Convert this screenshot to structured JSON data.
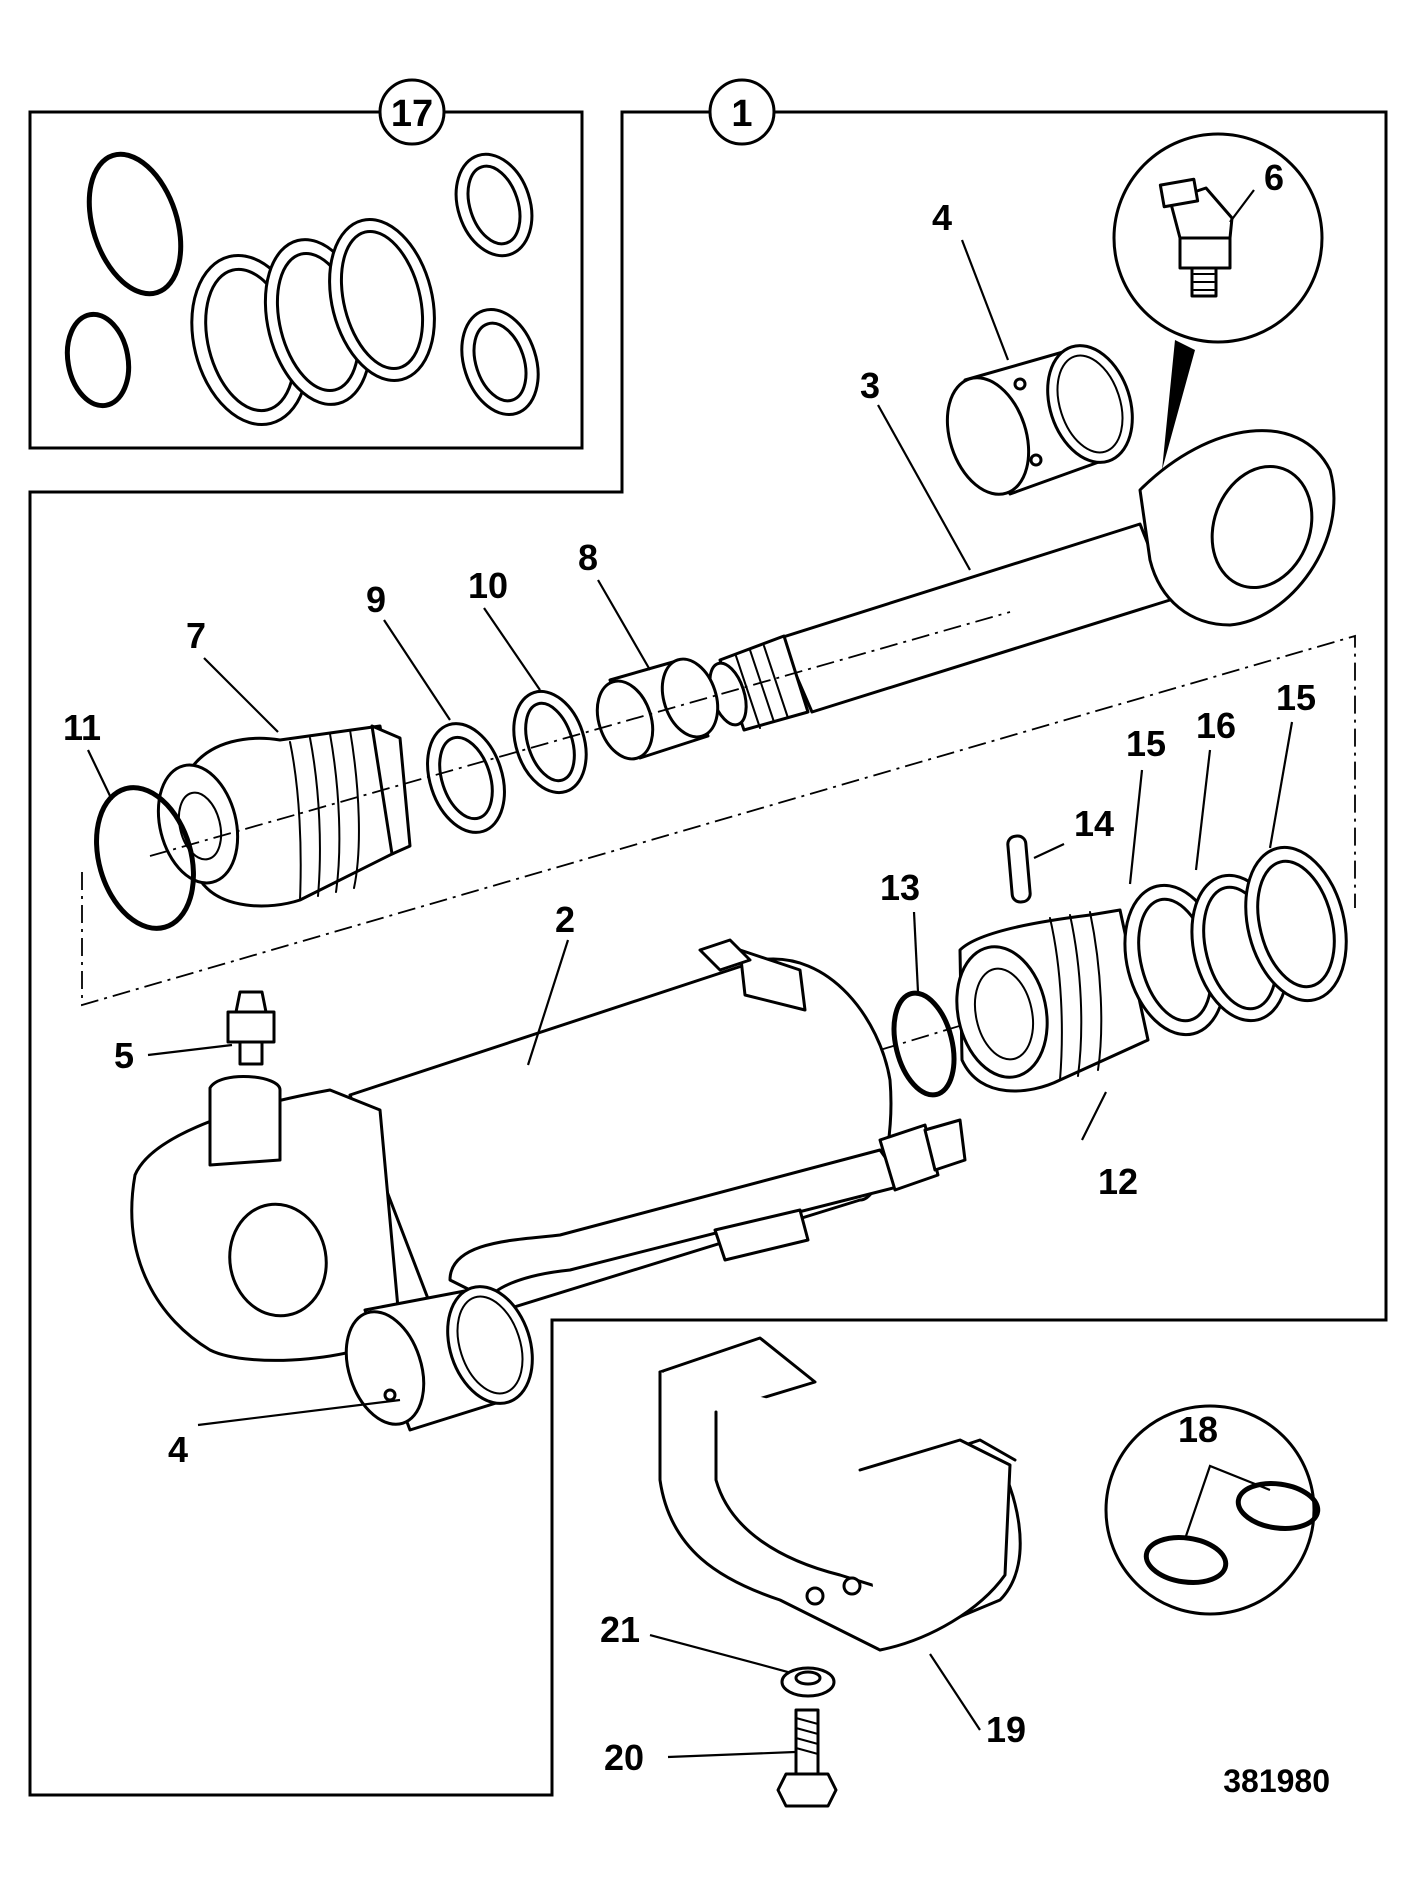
{
  "diagram": {
    "reference_number": "381980",
    "kit_callouts": [
      {
        "id": "kit-17",
        "label": "17"
      },
      {
        "id": "kit-1",
        "label": "1"
      }
    ],
    "part_labels": [
      {
        "id": "part-2",
        "label": "2"
      },
      {
        "id": "part-3",
        "label": "3"
      },
      {
        "id": "part-4-top",
        "label": "4"
      },
      {
        "id": "part-4-bottom",
        "label": "4"
      },
      {
        "id": "part-5",
        "label": "5"
      },
      {
        "id": "part-6",
        "label": "6"
      },
      {
        "id": "part-7",
        "label": "7"
      },
      {
        "id": "part-8",
        "label": "8"
      },
      {
        "id": "part-9",
        "label": "9"
      },
      {
        "id": "part-10",
        "label": "10"
      },
      {
        "id": "part-11",
        "label": "11"
      },
      {
        "id": "part-12",
        "label": "12"
      },
      {
        "id": "part-13",
        "label": "13"
      },
      {
        "id": "part-14",
        "label": "14"
      },
      {
        "id": "part-15-left",
        "label": "15"
      },
      {
        "id": "part-15-right",
        "label": "15"
      },
      {
        "id": "part-16",
        "label": "16"
      },
      {
        "id": "part-18",
        "label": "18"
      },
      {
        "id": "part-19",
        "label": "19"
      },
      {
        "id": "part-20",
        "label": "20"
      },
      {
        "id": "part-21",
        "label": "21"
      }
    ]
  }
}
